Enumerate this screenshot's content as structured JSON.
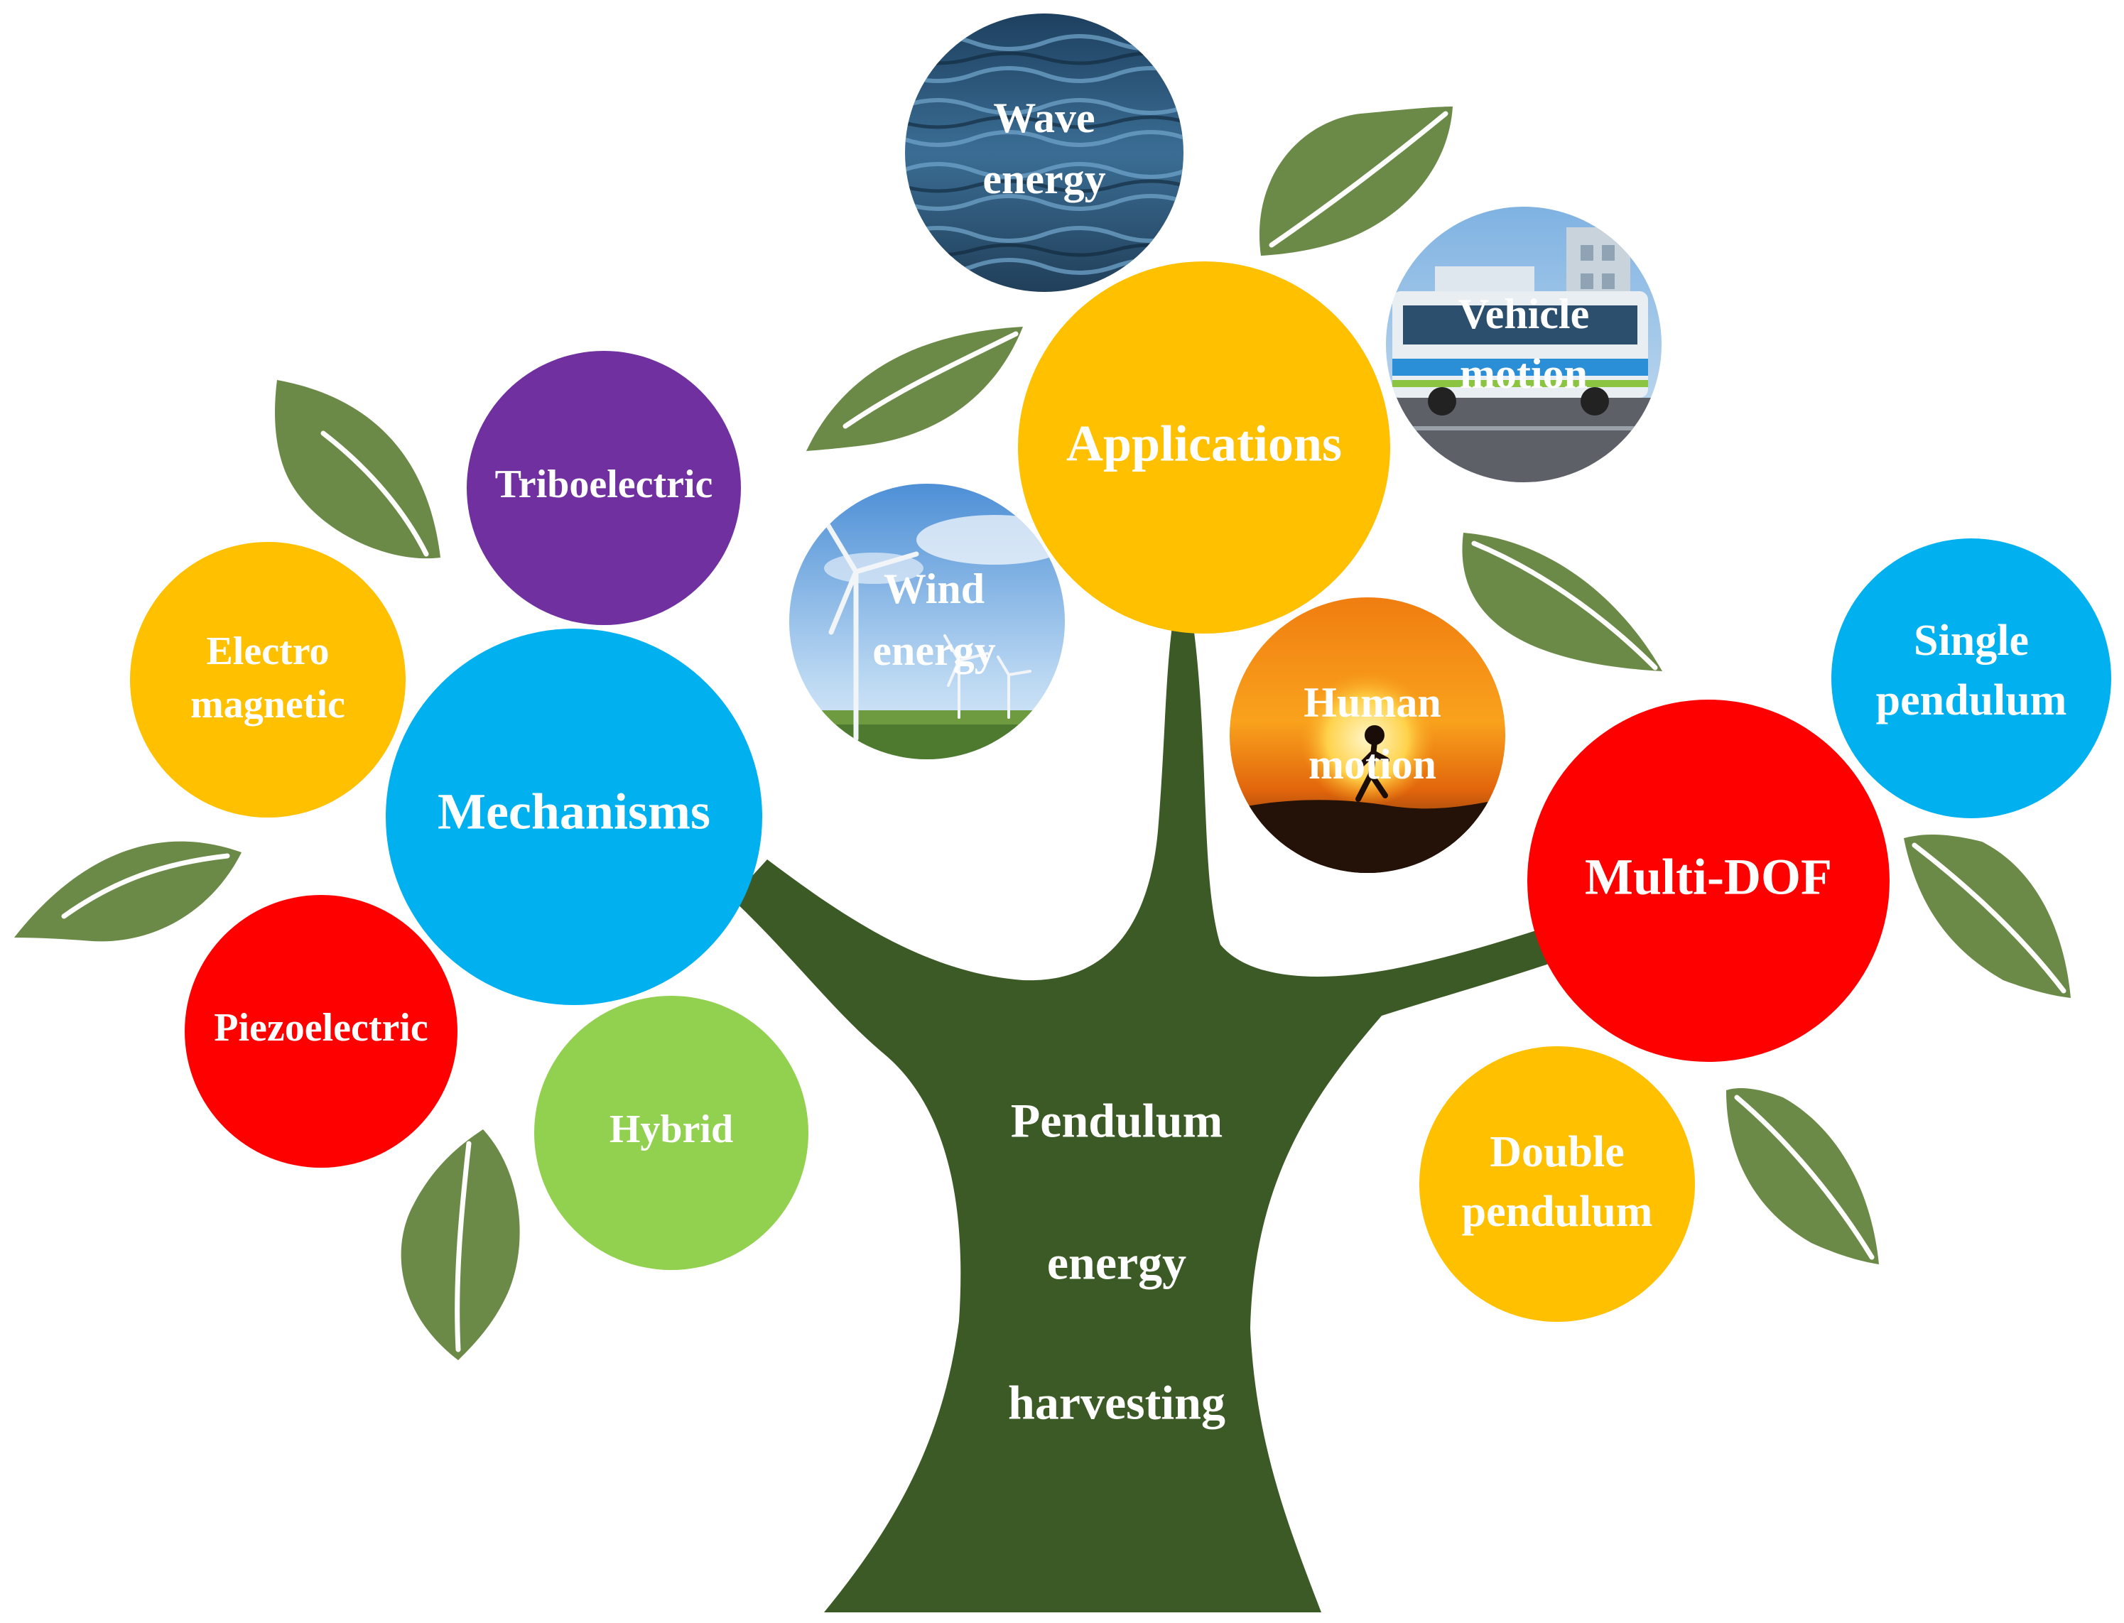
{
  "trunk": {
    "lines": [
      "Pendulum",
      "energy",
      "harvesting"
    ]
  },
  "colors": {
    "trunk": "#3c5a26",
    "leaf": "#6b8a47",
    "blue": "#00b0ef",
    "yellow": "#ffc000",
    "red": "#ff0000",
    "purple": "#7030a0",
    "green": "#92d050"
  },
  "nodes": {
    "mechanisms": {
      "label": "Mechanisms",
      "color": "#00b0ef"
    },
    "triboelectric": {
      "label": "Triboelectric",
      "color": "#7030a0"
    },
    "electromagnetic": {
      "lines": [
        "Electro",
        "magnetic"
      ],
      "color": "#ffc000"
    },
    "piezoelectric": {
      "label": "Piezoelectric",
      "color": "#ff0000"
    },
    "hybrid": {
      "label": "Hybrid",
      "color": "#92d050"
    },
    "applications": {
      "label": "Applications",
      "color": "#ffc000"
    },
    "wave_energy": {
      "lines": [
        "Wave",
        "energy"
      ],
      "picture": "ocean-waves"
    },
    "vehicle_motion": {
      "lines": [
        "Vehicle",
        "motion"
      ],
      "picture": "bus"
    },
    "wind_energy": {
      "lines": [
        "Wind",
        "energy"
      ],
      "picture": "wind-turbines"
    },
    "human_motion": {
      "lines": [
        "Human",
        "motion"
      ],
      "picture": "sunset-runner"
    },
    "multi_dof": {
      "label": "Multi-DOF",
      "color": "#ff0000"
    },
    "single_pendulum": {
      "lines": [
        "Single",
        "pendulum"
      ],
      "color": "#00b0ef"
    },
    "double_pendulum": {
      "lines": [
        "Double",
        "pendulum"
      ],
      "color": "#ffc000"
    }
  }
}
